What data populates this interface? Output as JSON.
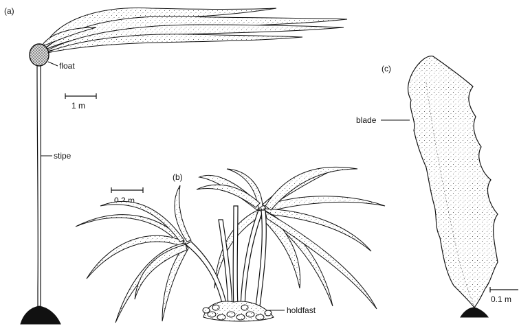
{
  "figure": {
    "panel_a": {
      "letter": "(a)",
      "labels": {
        "float": "float",
        "stipe": "stipe"
      },
      "scale_bar": "1 m"
    },
    "panel_b": {
      "letter": "(b)",
      "labels": {
        "holdfast": "holdfast"
      },
      "scale_bar": "0.2 m"
    },
    "panel_c": {
      "letter": "(c)",
      "labels": {
        "blade": "blade"
      },
      "scale_bar": "0.1 m"
    }
  },
  "colors": {
    "ink": "#111111",
    "background": "#ffffff",
    "stipple": "#444444"
  }
}
